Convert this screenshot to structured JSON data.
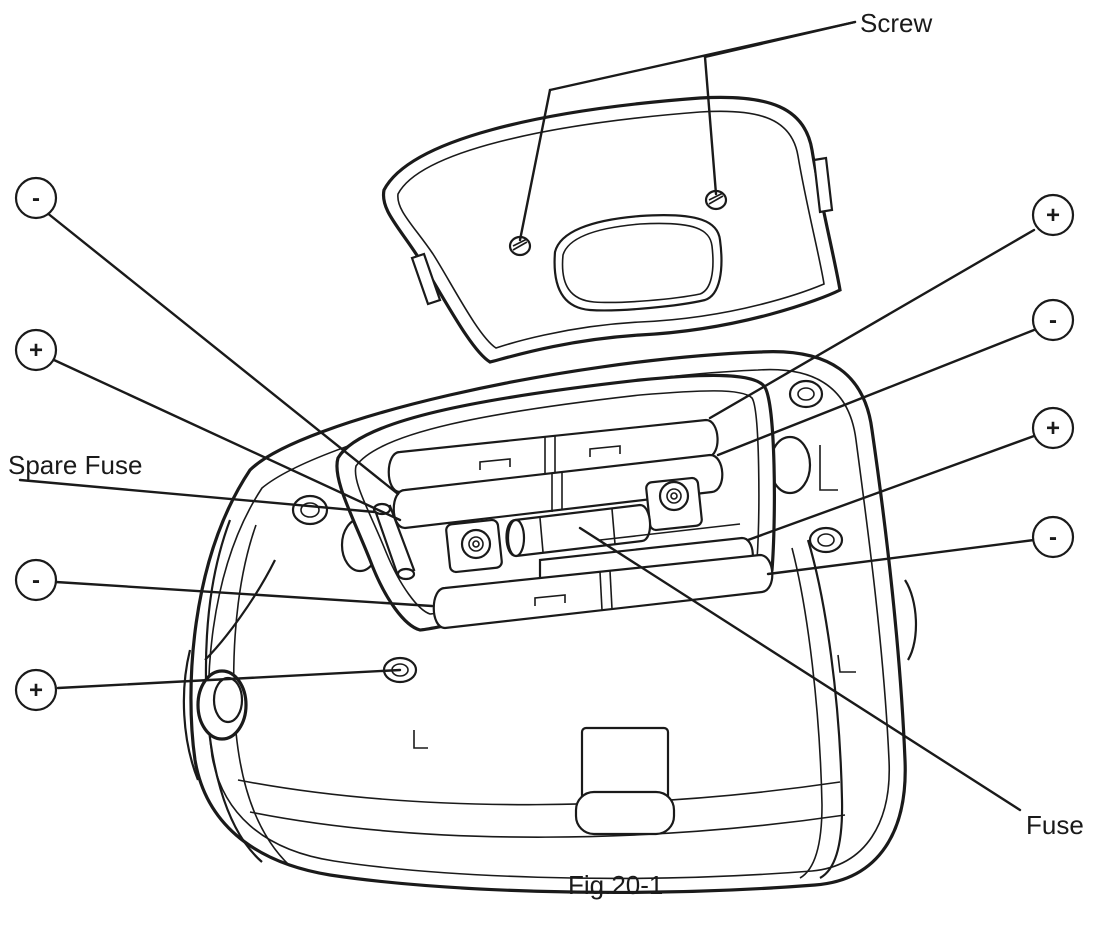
{
  "labels": {
    "screw": "Screw",
    "spare_fuse": "Spare Fuse",
    "fuse": "Fuse",
    "caption": "Fig.20-1"
  },
  "polarity_markers": {
    "left_top": "-",
    "left_second": "+",
    "left_third": "-",
    "left_bottom": "+",
    "right_top": "+",
    "right_second": "-",
    "right_third": "+",
    "right_bottom": "-"
  }
}
